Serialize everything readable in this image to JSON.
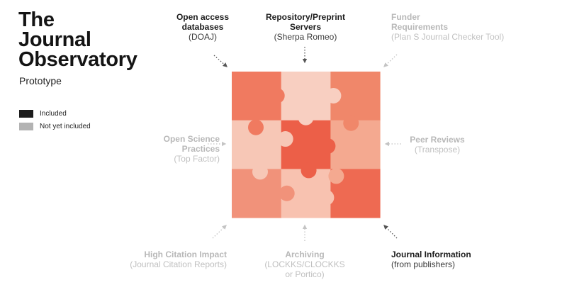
{
  "title_lines": [
    "The",
    "Journal",
    "Observatory"
  ],
  "subtitle": "Prototype",
  "legend": [
    {
      "label": "Included",
      "color": "#1c1c1c"
    },
    {
      "label": "Not yet included",
      "color": "#b3b3b3"
    }
  ],
  "nodes": {
    "open_access": {
      "name_lines": [
        "Open access",
        "databases"
      ],
      "sub_lines": [
        "(DOAJ)"
      ],
      "status": "included"
    },
    "repository": {
      "name_lines": [
        "Repository/Preprint",
        "Servers"
      ],
      "sub_lines": [
        "(Sherpa Romeo)"
      ],
      "status": "included"
    },
    "funder": {
      "name_lines": [
        "Funder",
        "Requirements"
      ],
      "sub_lines": [
        "(Plan S Journal Checker Tool)"
      ],
      "status": "not_yet_included"
    },
    "open_science": {
      "name_lines": [
        "Open Science",
        "Practices"
      ],
      "sub_lines": [
        "(Top Factor)"
      ],
      "status": "not_yet_included"
    },
    "peer_reviews": {
      "name_lines": [
        "Peer Reviews"
      ],
      "sub_lines": [
        "(Transpose)"
      ],
      "status": "not_yet_included"
    },
    "citation": {
      "name_lines": [
        "High Citation Impact"
      ],
      "sub_lines": [
        "(Journal Citation Reports)"
      ],
      "status": "not_yet_included"
    },
    "archiving": {
      "name_lines": [
        "Archiving"
      ],
      "sub_lines": [
        "(LOCKKS/CLOCKKS",
        "or Portico)"
      ],
      "status": "not_yet_included"
    },
    "journal_info": {
      "name_lines": [
        "Journal Information"
      ],
      "sub_lines": [
        "(from publishers)"
      ],
      "status": "included"
    }
  },
  "colors": {
    "included_arrow": "#555555",
    "pending_arrow": "#c4c4c4",
    "puzzle_pieces": [
      "#f07a60",
      "#f8cfc1",
      "#f0876a",
      "#f7c7b6",
      "#ec5f48",
      "#f4a990",
      "#f1927a",
      "#f8c2b0",
      "#ee6a52"
    ]
  }
}
